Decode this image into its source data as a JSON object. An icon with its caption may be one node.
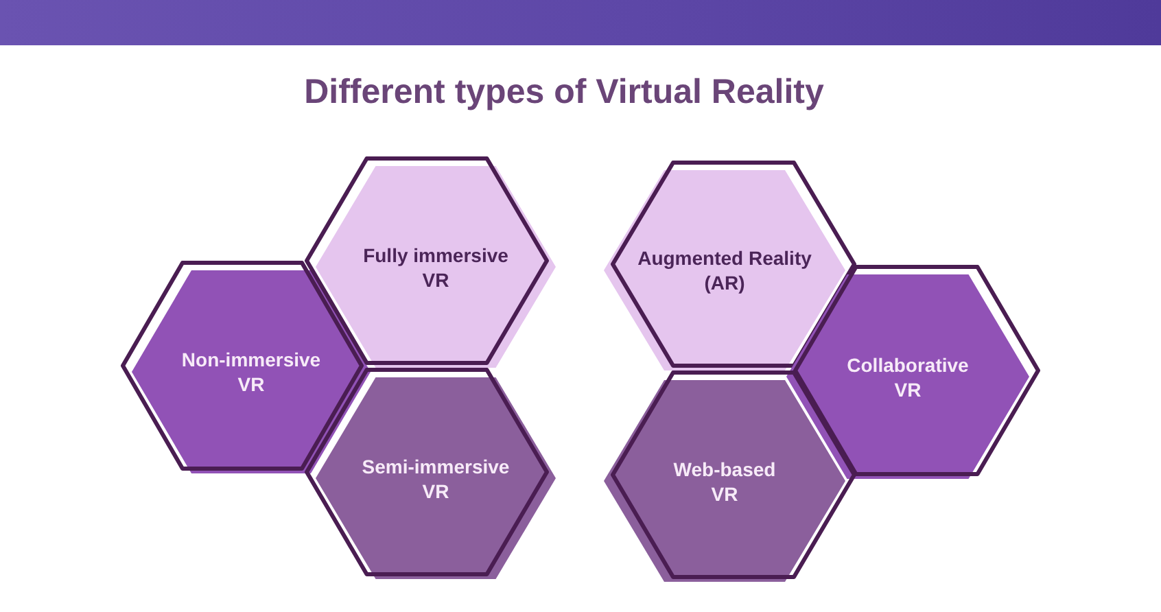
{
  "diagram": {
    "title": "Different types of Virtual Reality",
    "nodes": [
      {
        "text": [
          "Non-immersive VR"
        ]
      },
      {
        "text": [
          "Fully immersive VR"
        ]
      },
      {
        "text": [
          "Semi-immersive VR"
        ]
      },
      {
        "text": [
          "Augmented Reality (AR)"
        ]
      },
      {
        "text": [
          "Collaborative VR"
        ]
      },
      {
        "text": [
          "Web-based VR"
        ]
      }
    ],
    "edges": []
  }
}
